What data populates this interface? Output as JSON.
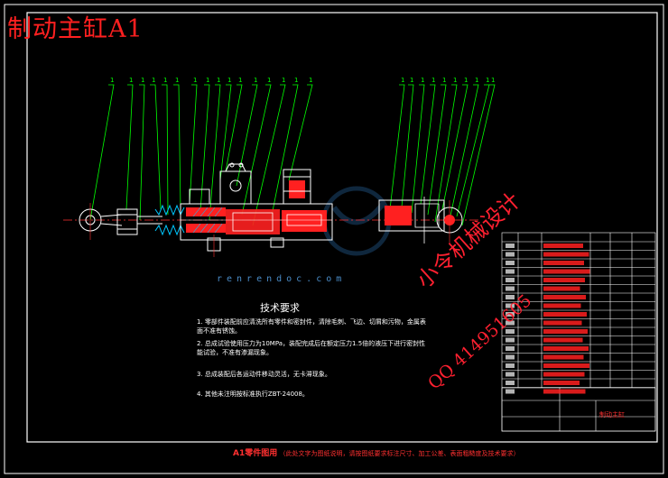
{
  "header": {
    "title": "制动主缸A1"
  },
  "drawing": {
    "balloon_labels": [
      "1",
      "1",
      "1",
      "1",
      "1",
      "1",
      "1",
      "1",
      "1",
      "1",
      "1",
      "1",
      "1",
      "1",
      "1",
      "1",
      "1",
      "1",
      "1",
      "1",
      "1",
      "1",
      "1",
      "1",
      "1",
      "1"
    ],
    "colors": {
      "border": "#ffffff",
      "leader": "#00ff00",
      "part_outline": "#ffffff",
      "part_fill": "#ff2020",
      "centerline": "#ff3030",
      "hatch": "#00c8ff"
    }
  },
  "tech": {
    "title": "技术要求",
    "notes": [
      "1. 零部件装配前应清洗所有零件和密封件，清除毛刺、飞边、切屑和污物，金属表面不准有锈蚀。",
      "2. 总成试验使用压力为10MPa，装配完成后在额定压力1.5倍的液压下进行密封性能试验，不准有渗漏现象。",
      "3. 总成装配后各运动件移动灵活，无卡滞现象。",
      "4. 其他未注明按标准执行ZBT-24008。"
    ]
  },
  "watermark": {
    "line1": "小令机械设计",
    "line2": "QQ 414951605",
    "site": "renrendoc.com"
  },
  "title_block": {
    "drawing_name": "制动主缸"
  },
  "footer": {
    "lead": "A1零件图用",
    "text": "（此处文字为图纸说明，请按图纸要求标注尺寸、加工公差、表面粗糙度及技术要求）"
  }
}
